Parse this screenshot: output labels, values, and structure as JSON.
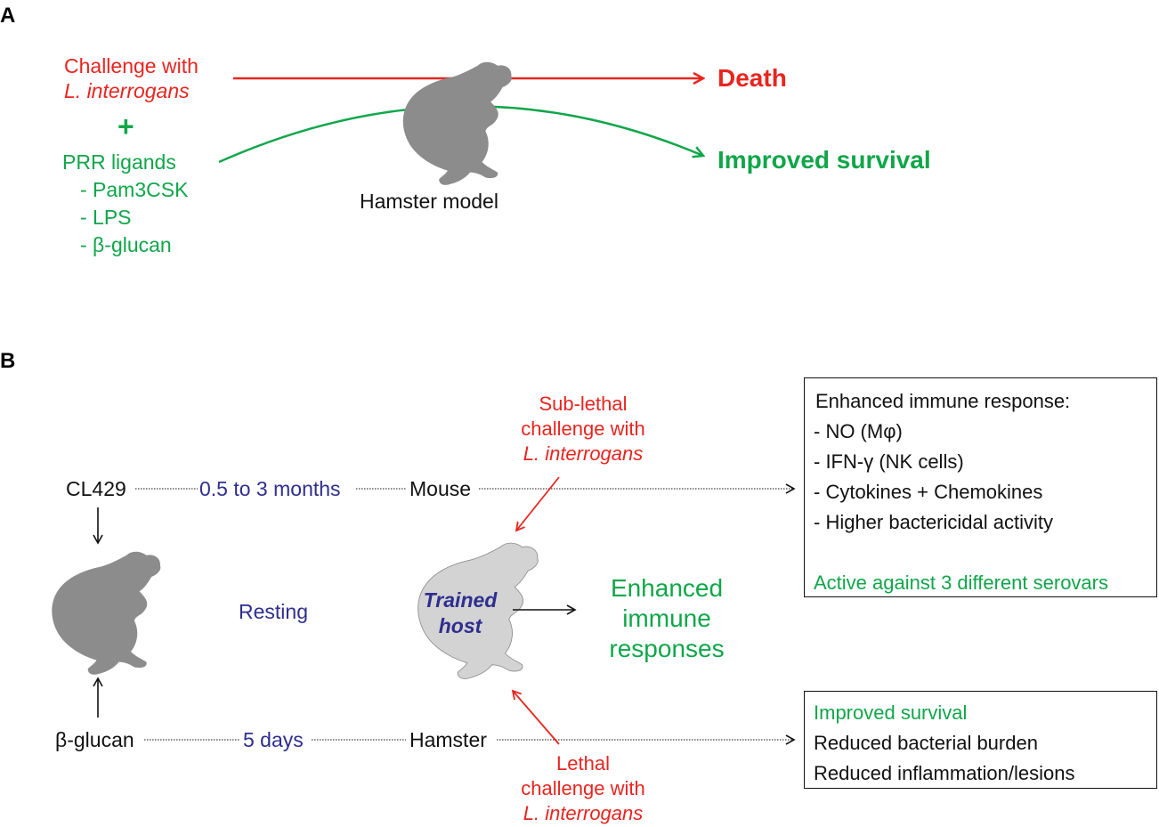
{
  "panel_a": {
    "label": "A",
    "challenge_line1": "Challenge with",
    "challenge_line2": "L. interrogans",
    "plus": "+",
    "prr_title": "PRR ligands",
    "prr_items": [
      "- Pam3CSK",
      "- LPS",
      "- β-glucan"
    ],
    "outcome_death": "Death",
    "outcome_survival": "Improved survival",
    "model_label": "Hamster model",
    "colors": {
      "challenge": "#e8251f",
      "protection": "#10a64a",
      "animal": "#8c8c8c"
    }
  },
  "panel_b": {
    "label": "B",
    "top_stimulus": "CL429",
    "top_interval": "0.5 to 3 months",
    "top_host": "Mouse",
    "bottom_stimulus": "β-glucan",
    "bottom_interval": "5 days",
    "bottom_host": "Hamster",
    "resting": "Resting",
    "sublethal_line1": "Sub-lethal",
    "sublethal_line2": "challenge with",
    "sublethal_line3": "L. interrogans",
    "lethal_line1": "Lethal",
    "lethal_line2": "challenge with",
    "lethal_line3": "L. interrogans",
    "trained_line1": "Trained",
    "trained_line2": "host",
    "enhanced_line1": "Enhanced",
    "enhanced_line2": "immune",
    "enhanced_line3": "responses",
    "mouse_box": {
      "title": "Enhanced immune response:",
      "items": [
        "- NO (Mφ)",
        "- IFN-γ (NK cells)",
        "- Cytokines + Chemokines",
        "- Higher bactericidal activity"
      ],
      "footer": "Active against 3 different serovars"
    },
    "hamster_box": {
      "items": [
        "Improved survival",
        "Reduced bacterial burden",
        "Reduced inflammation/lesions"
      ]
    },
    "colors": {
      "challenge": "#e8251f",
      "protection": "#10a64a",
      "interval": "#2e2e8f",
      "animal": "#8c8c8c",
      "trained_animal": "#d3d3d3"
    }
  }
}
